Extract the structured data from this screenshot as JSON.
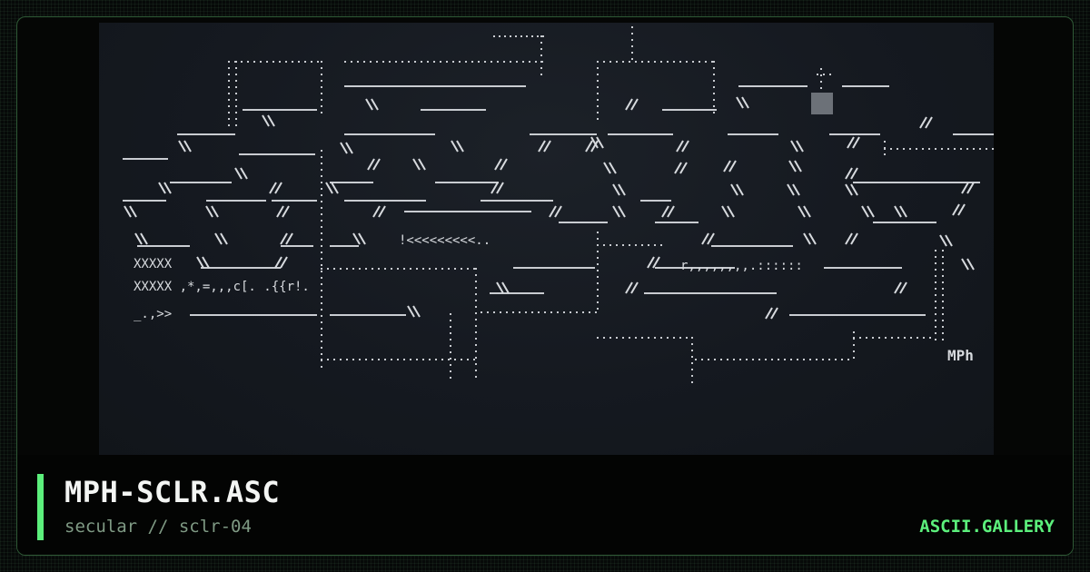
{
  "artwork": {
    "name": "mph-sclr-ascii-art",
    "signature": "MPh",
    "text_rows": [
      "XXXXX",
      "XXXXX ,*,=,,,c[.  .{{r!.",
      "_.,>>",
      "!<<<<<<<<<..",
      "r,,,,,,,,.::::::"
    ]
  },
  "footer": {
    "title": "MPH-SCLR.ASC",
    "subtitle": "secular // sclr-04",
    "brand": "ASCII.GALLERY"
  },
  "colors": {
    "accent": "#5cf07c",
    "border": "#2f5a36",
    "art_background": "#151920",
    "art_ink": "#d7dade"
  }
}
